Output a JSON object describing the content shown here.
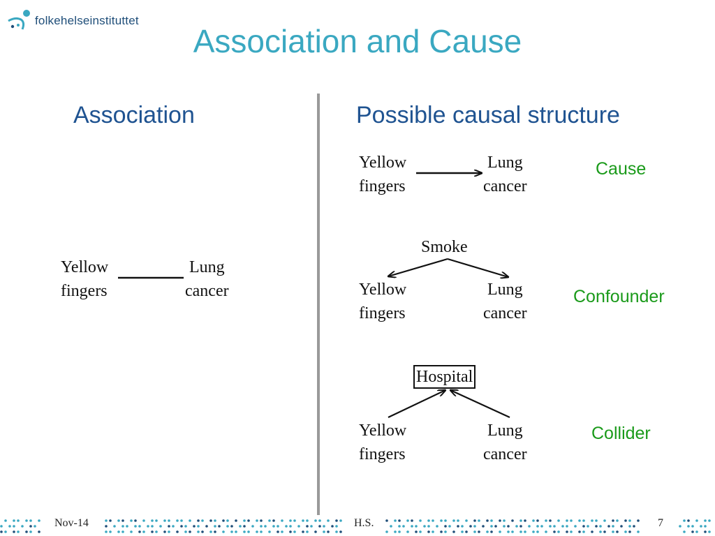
{
  "header": {
    "logo_text": "folkehelseinstituttet",
    "title": "Association and Cause"
  },
  "left": {
    "heading": "Association",
    "node_a": [
      "Yellow",
      "fingers"
    ],
    "node_b": [
      "Lung",
      "cancer"
    ]
  },
  "right": {
    "heading": "Possible causal structure",
    "cause": {
      "node_a": [
        "Yellow",
        "fingers"
      ],
      "node_b": [
        "Lung",
        "cancer"
      ],
      "label": "Cause"
    },
    "confounder": {
      "top": "Smoke",
      "node_a": [
        "Yellow",
        "fingers"
      ],
      "node_b": [
        "Lung",
        "cancer"
      ],
      "label": "Confounder"
    },
    "collider": {
      "top": "Hospital",
      "node_a": [
        "Yellow",
        "fingers"
      ],
      "node_b": [
        "Lung",
        "cancer"
      ],
      "label": "Collider"
    }
  },
  "footer": {
    "date": "Nov-14",
    "author": "H.S.",
    "page": "7"
  },
  "colors": {
    "title": "#3aa8c1",
    "heading": "#1f5391",
    "green_label": "#1a9a1a",
    "divider": "#9a9a9a",
    "dots_blue": "#3aa8c1",
    "dots_navy": "#1f4e79"
  }
}
